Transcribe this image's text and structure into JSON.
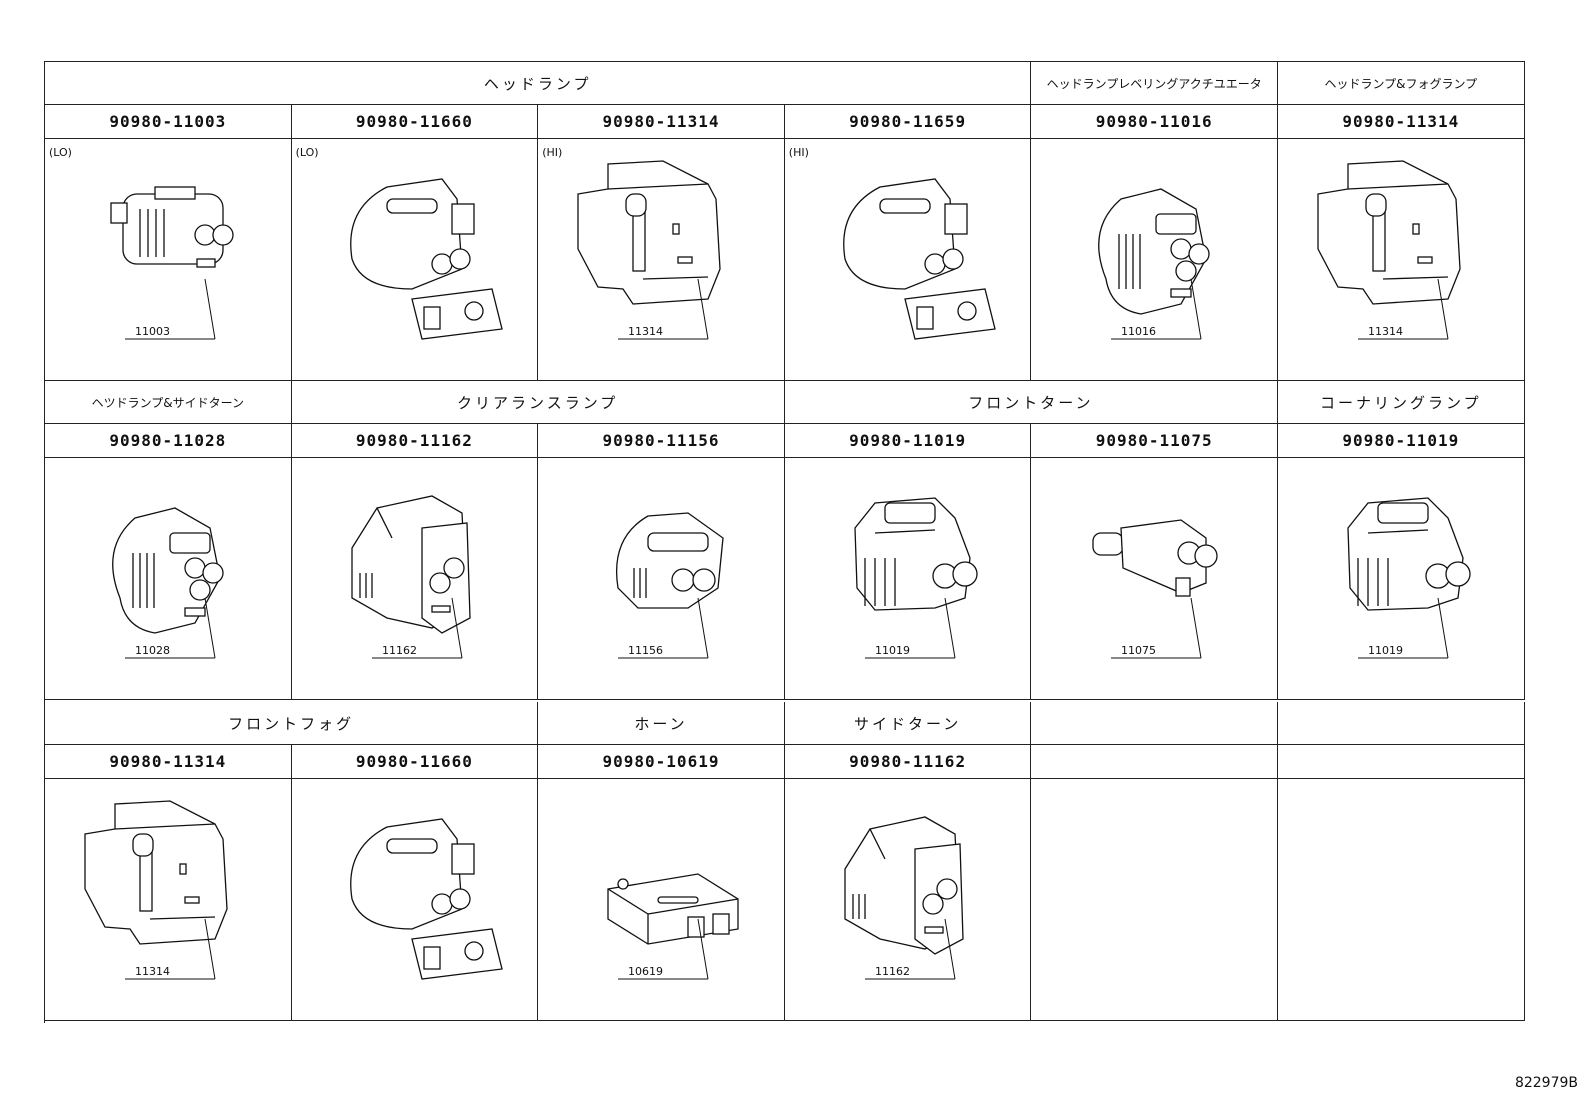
{
  "sheet_code": "822979B",
  "rows": [
    {
      "groups": [
        {
          "label": "ヘッドランプ",
          "span": 4,
          "small": false
        },
        {
          "label": "ヘッドランプレベリングアクチユエータ",
          "span": 1,
          "small": true
        },
        {
          "label": "ヘッドランプ&フォグランプ",
          "span": 1,
          "small": true
        }
      ],
      "cells": [
        {
          "part": "90980-11003",
          "pos": "(LO)",
          "callout": "11003",
          "shape": "a"
        },
        {
          "part": "90980-11660",
          "pos": "(LO)",
          "callout": "",
          "shape": "b"
        },
        {
          "part": "90980-11314",
          "pos": "(HI)",
          "callout": "11314",
          "shape": "c"
        },
        {
          "part": "90980-11659",
          "pos": "(HI)",
          "callout": "",
          "shape": "b"
        },
        {
          "part": "90980-11016",
          "pos": "",
          "callout": "11016",
          "shape": "d"
        },
        {
          "part": "90980-11314",
          "pos": "",
          "callout": "11314",
          "shape": "c"
        }
      ]
    },
    {
      "groups": [
        {
          "label": "ヘツドランプ&サイドターン",
          "span": 1,
          "small": true
        },
        {
          "label": "クリアランスランプ",
          "span": 2,
          "small": false
        },
        {
          "label": "フロントターン",
          "span": 2,
          "small": false
        },
        {
          "label": "コーナリングランプ",
          "span": 1,
          "small": false
        }
      ],
      "cells": [
        {
          "part": "90980-11028",
          "pos": "",
          "callout": "11028",
          "shape": "d"
        },
        {
          "part": "90980-11162",
          "pos": "",
          "callout": "11162",
          "shape": "e"
        },
        {
          "part": "90980-11156",
          "pos": "",
          "callout": "11156",
          "shape": "f"
        },
        {
          "part": "90980-11019",
          "pos": "",
          "callout": "11019",
          "shape": "g"
        },
        {
          "part": "90980-11075",
          "pos": "",
          "callout": "11075",
          "shape": "h"
        },
        {
          "part": "90980-11019",
          "pos": "",
          "callout": "11019",
          "shape": "g"
        }
      ]
    },
    {
      "groups": [
        {
          "label": "フロントフォグ",
          "span": 2,
          "small": false
        },
        {
          "label": "ホーン",
          "span": 1,
          "small": false
        },
        {
          "label": "サイドターン",
          "span": 1,
          "small": false
        },
        {
          "label": "",
          "span": 1,
          "small": false
        },
        {
          "label": "",
          "span": 1,
          "small": false
        }
      ],
      "cells": [
        {
          "part": "90980-11314",
          "pos": "",
          "callout": "11314",
          "shape": "c"
        },
        {
          "part": "90980-11660",
          "pos": "",
          "callout": "",
          "shape": "b"
        },
        {
          "part": "90980-10619",
          "pos": "",
          "callout": "10619",
          "shape": "i"
        },
        {
          "part": "90980-11162",
          "pos": "",
          "callout": "11162",
          "shape": "e"
        },
        {
          "part": "",
          "pos": "",
          "callout": "",
          "shape": ""
        },
        {
          "part": "",
          "pos": "",
          "callout": "",
          "shape": ""
        }
      ]
    }
  ]
}
